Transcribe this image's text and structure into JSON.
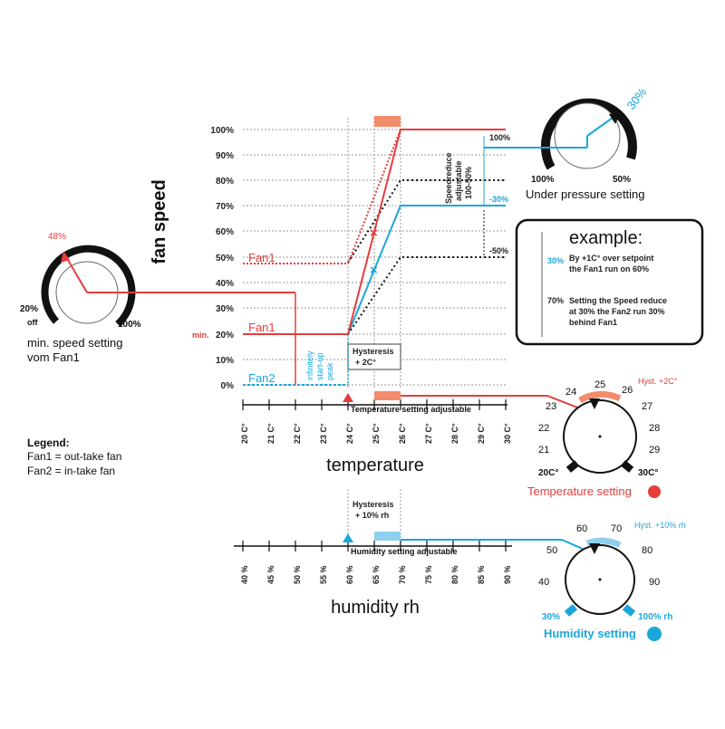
{
  "y_ticks": [
    "100%",
    "90%",
    "80%",
    "70%",
    "60%",
    "50%",
    "40%",
    "30%",
    "20%",
    "10%",
    "0%"
  ],
  "y_axis_label": "fan speed",
  "temp_ticks": [
    "20 C°",
    "21 C°",
    "22 C°",
    "23 C°",
    "24 C°",
    "25 C°",
    "26 C°",
    "27 C°",
    "28 C°",
    "29 C°",
    "30 C°"
  ],
  "temp_axis_label": "temperature",
  "hum_ticks": [
    "40 %",
    "45 %",
    "50 %",
    "55 %",
    "60 %",
    "65 %",
    "70 %",
    "75 %",
    "80 %",
    "85 %",
    "90 %"
  ],
  "hum_axis_label": "humidity rh",
  "fan1_label_top": "Fan1",
  "fan1_label_mid": "Fan1",
  "fan2_label": "Fan2",
  "min_label": "min.",
  "startup_text": [
    "infinitely",
    "start-up",
    "peak"
  ],
  "hysteresis_temp": [
    "Hysteresis",
    "+ 2C°"
  ],
  "temp_adjustable": "Temperature setting adjustable",
  "hysteresis_hum": [
    "Hysteresis",
    "+ 10% rh"
  ],
  "hum_adjustable": "Humidity setting adjustable",
  "speedreduce": [
    "Speedreduce",
    "adjustable",
    "100-50%"
  ],
  "right_100": "100%",
  "right_m30": "-30%",
  "right_m50": "-50%",
  "min_knob": {
    "percent": "48%",
    "left": "20%",
    "off": "off",
    "right": "100%",
    "caption1": "min. speed setting",
    "caption2": "vom Fan1"
  },
  "pressure_knob": {
    "percent": "30%",
    "left": "100%",
    "right": "50%",
    "caption": "Under pressure setting"
  },
  "example": {
    "title": "example:",
    "p1_pct": "30%",
    "p1_text": [
      "By +1C° over setpoint",
      "the Fan1 run on 60%"
    ],
    "p2_pct": "70%",
    "p2_text": [
      "Setting the Speed reduce",
      "at 30% the Fan2 run 30%",
      "behind Fan1"
    ]
  },
  "legend": {
    "title": "Legend:",
    "line1": "Fan1 = out-take fan",
    "line2": "Fan2 = in-take fan"
  },
  "temp_dial": {
    "ticks": [
      "21",
      "22",
      "23",
      "24",
      "25",
      "26",
      "27",
      "28",
      "29"
    ],
    "left": "20C°",
    "right": "30C°",
    "hyst": "Hyst. +2C°",
    "caption": "Temperature setting"
  },
  "hum_dial": {
    "ticks": [
      "40",
      "50",
      "60",
      "70",
      "80",
      "90"
    ],
    "left": "30%",
    "right": "100% rh",
    "hyst": "Hyst. +10% rh",
    "caption": "Humidity setting"
  },
  "colors": {
    "red": "#e63c3c",
    "blue": "#1aa7dc",
    "black": "#111111"
  }
}
